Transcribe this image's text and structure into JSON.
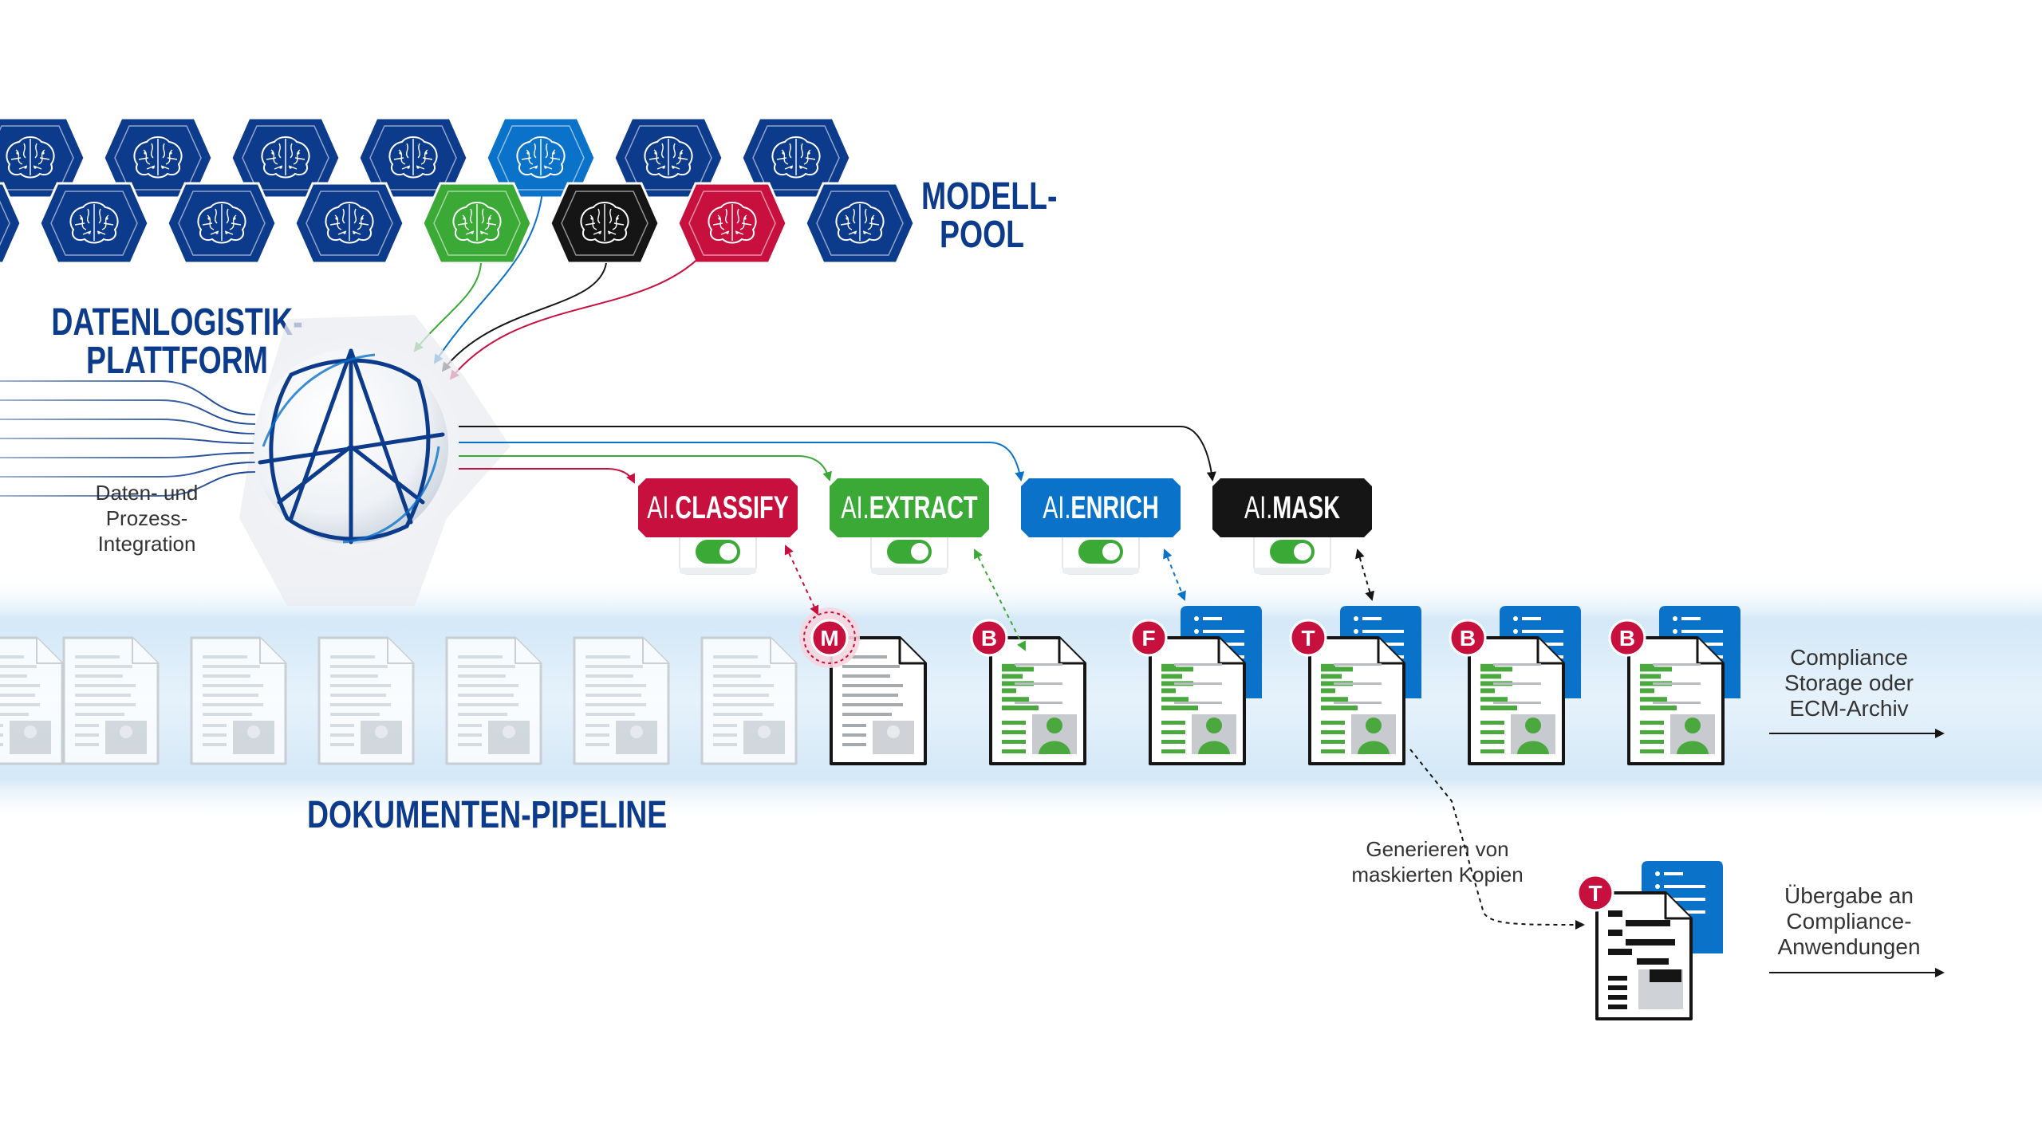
{
  "colors": {
    "navy": "#0d3b8c",
    "blue": "#0a72c9",
    "green": "#3aa935",
    "red": "#c8103e",
    "black": "#151515",
    "band": "#dcedf9",
    "doc_green": "#4aa83f"
  },
  "title_modellpool_1": "MODELL-",
  "title_modellpool_2": "POOL",
  "title_platform_1": "DATENLOGISTIK-",
  "title_platform_2": "PLATTFORM",
  "integration_1": "Daten- und",
  "integration_2": "Prozess-",
  "integration_3": "Integration",
  "pipeline_label": "DOKUMENTEN-PIPELINE",
  "modules": [
    {
      "prefix": "AI.",
      "name": "CLASSIFY",
      "color": "red",
      "toggle": "on"
    },
    {
      "prefix": "AI.",
      "name": "EXTRACT",
      "color": "green",
      "toggle": "on"
    },
    {
      "prefix": "AI.",
      "name": "ENRICH",
      "color": "blue",
      "toggle": "on"
    },
    {
      "prefix": "AI.",
      "name": "MASK",
      "color": "black",
      "toggle": "on"
    }
  ],
  "doc_badges": [
    "M",
    "B",
    "F",
    "T",
    "B",
    "B"
  ],
  "masked_badge": "T",
  "output_1_line1": "Compliance",
  "output_1_line2": "Storage oder",
  "output_1_line3": "ECM-Archiv",
  "generate_line1": "Generieren von",
  "generate_line2": "maskierten Kopien",
  "output_2_line1": "Übergabe an",
  "output_2_line2": "Compliance-",
  "output_2_line3": "Anwendungen",
  "icons": [
    "brain-icon",
    "network-sphere-icon",
    "document-icon",
    "toggle-switch-icon",
    "metadata-card-icon"
  ]
}
